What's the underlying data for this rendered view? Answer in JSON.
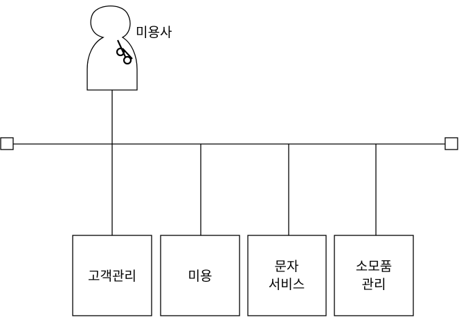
{
  "actor": {
    "label": "미용사",
    "icon": "scissors-icon"
  },
  "boxes": [
    {
      "id": "customer",
      "lines": [
        "고객관리"
      ]
    },
    {
      "id": "beauty",
      "lines": [
        "미용"
      ]
    },
    {
      "id": "sms",
      "lines": [
        "문자",
        "서비스"
      ]
    },
    {
      "id": "supplies",
      "lines": [
        "소모품",
        "관리"
      ]
    }
  ]
}
